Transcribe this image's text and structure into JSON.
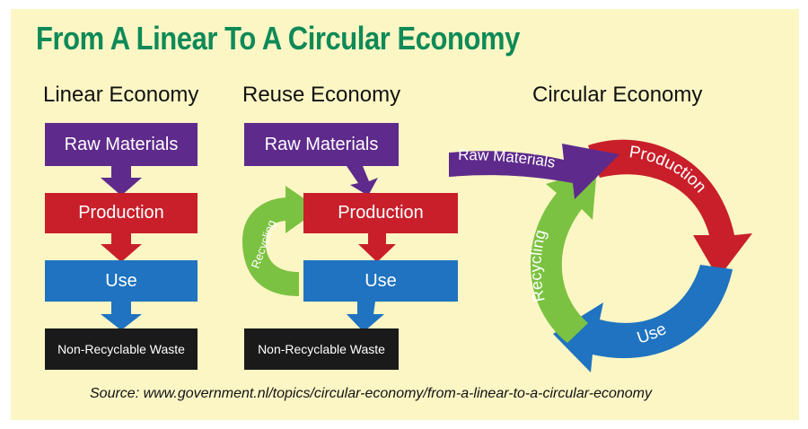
{
  "title": "From A Linear To A Circular Economy",
  "linear": {
    "heading": "Linear Economy",
    "steps": [
      "Raw Materials",
      "Production",
      "Use",
      "Non-Recyclable Waste"
    ]
  },
  "reuse": {
    "heading": "Reuse Economy",
    "steps": [
      "Raw Materials",
      "Production",
      "Use",
      "Non-Recyclable Waste"
    ],
    "loop_label": "Recycling"
  },
  "circular": {
    "heading": "Circular Economy",
    "raw_materials": "Raw Materials",
    "production": "Production",
    "use": "Use",
    "recycling": "Recycling"
  },
  "source": "Source: www.government.nl/topics/circular-economy/from-a-linear-to-a-circular-economy",
  "colors": {
    "raw_materials": "#5e2a8c",
    "production": "#c81f2a",
    "use": "#1f73c0",
    "waste": "#1a1a1a",
    "recycling": "#7cc242",
    "title": "#0e8a57",
    "background": "#fcf6c5"
  }
}
